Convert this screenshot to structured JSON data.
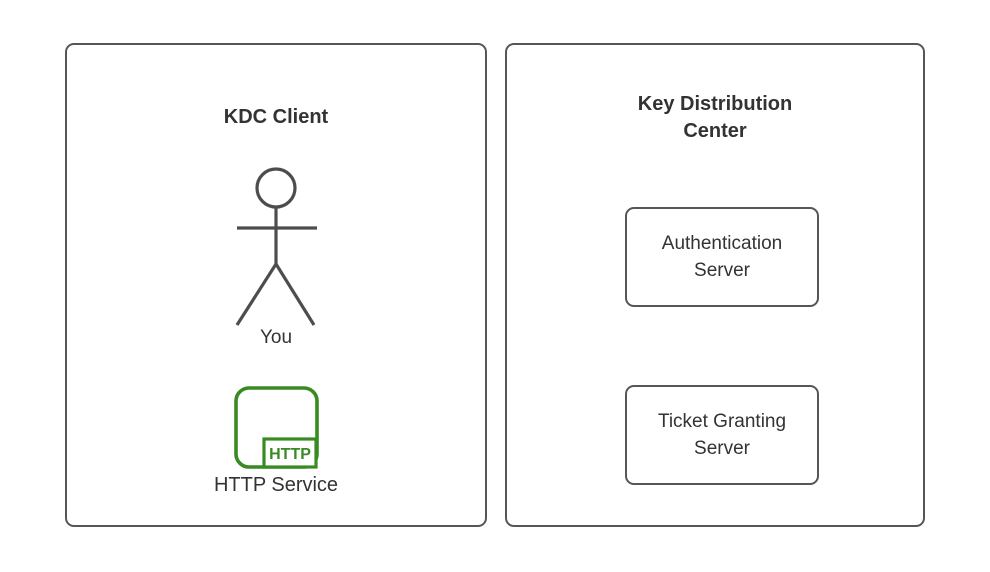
{
  "colors": {
    "background": "#ffffff",
    "shape_stroke": "#565656",
    "text": "#333333",
    "service_green": "#388b22"
  },
  "left_panel": {
    "title": "KDC Client",
    "actor": {
      "icon": "stick-figure-person-icon",
      "label": "You"
    },
    "service": {
      "icon": "http-service-icon",
      "icon_text": "HTTP",
      "label": "HTTP Service"
    }
  },
  "right_panel": {
    "title": "Key Distribution Center",
    "servers": [
      {
        "label": "Authentication Server"
      },
      {
        "label": "Ticket Granting Server"
      }
    ]
  }
}
